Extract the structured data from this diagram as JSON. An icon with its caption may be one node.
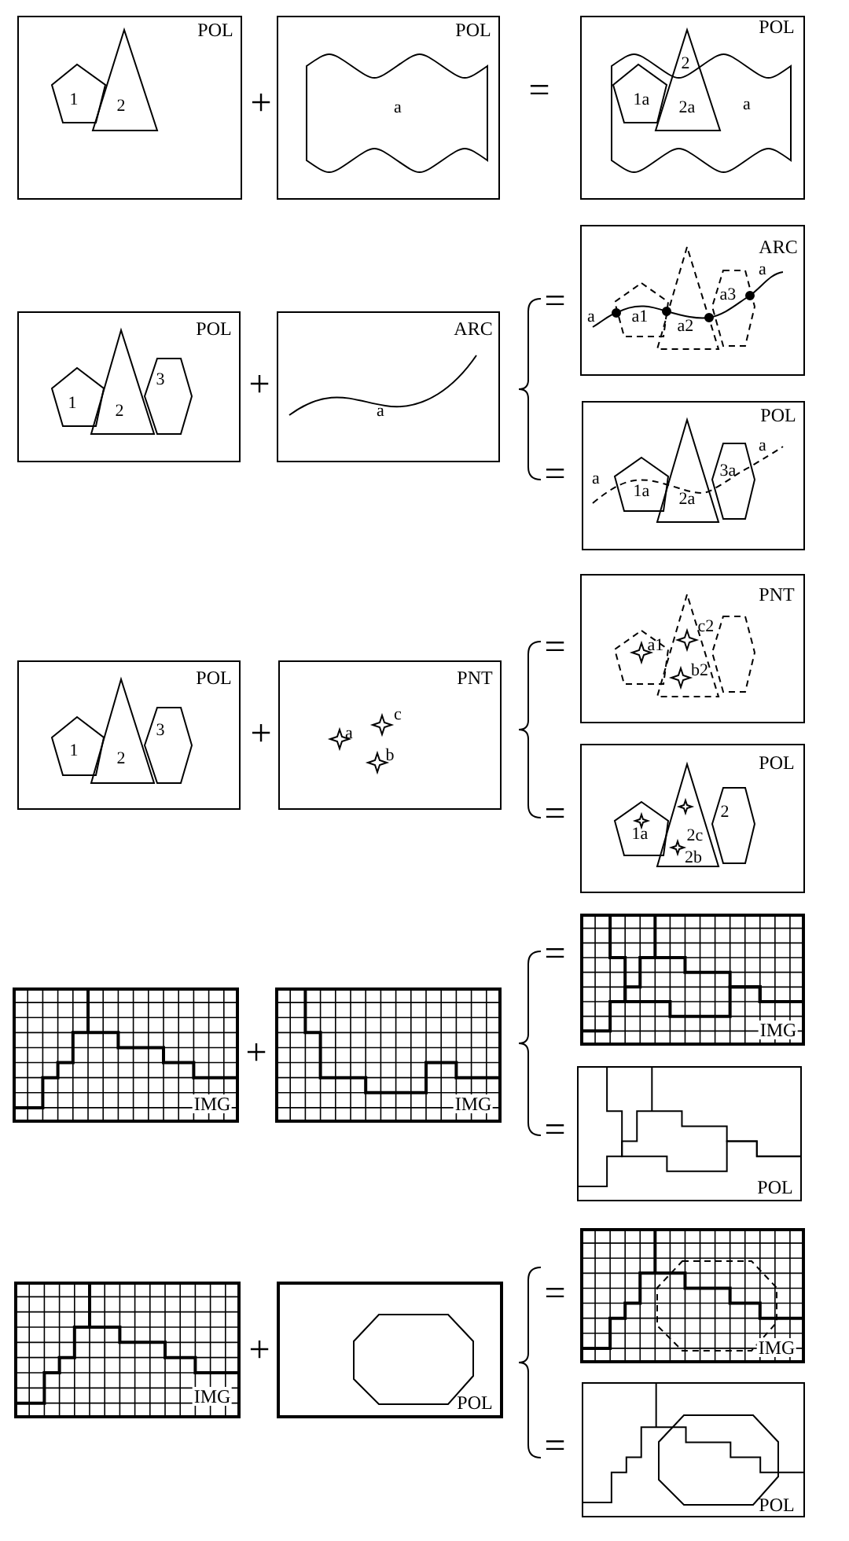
{
  "diagram": {
    "nodes": [
      {
        "text": [
          "POL",
          "1",
          "2"
        ]
      },
      {
        "text": [
          "POL",
          "a"
        ]
      },
      {
        "text": [
          "POL",
          "2",
          "1a",
          "2a",
          "a"
        ]
      },
      {
        "text": [
          "POL",
          "1",
          "2",
          "3"
        ]
      },
      {
        "text": [
          "ARC",
          "a"
        ]
      },
      {
        "text": [
          "ARC",
          "a",
          "a1",
          "a2",
          "a3",
          "a"
        ]
      },
      {
        "text": [
          "POL",
          "a",
          "1a",
          "2a",
          "3a",
          "a"
        ]
      },
      {
        "text": [
          "POL",
          "1",
          "2",
          "3"
        ]
      },
      {
        "text": [
          "PNT",
          "a",
          "c",
          "b"
        ]
      },
      {
        "text": [
          "PNT",
          "a1",
          "c2",
          "b2"
        ]
      },
      {
        "text": [
          "POL",
          "1a",
          "2",
          "2c",
          "2b"
        ]
      },
      {
        "text": [
          "IMG"
        ]
      },
      {
        "text": [
          "IMG"
        ]
      },
      {
        "text": [
          "IMG"
        ]
      },
      {
        "text": [
          "POL"
        ]
      },
      {
        "text": [
          "IMG"
        ]
      },
      {
        "text": [
          "POL"
        ]
      },
      {
        "text": [
          "IMG"
        ]
      },
      {
        "text": [
          "POL"
        ]
      }
    ],
    "labels": [
      "+",
      "=",
      "=",
      "+",
      "=",
      "=",
      "+",
      "=",
      "=",
      "+",
      "=",
      "=",
      "+",
      "="
    ]
  }
}
